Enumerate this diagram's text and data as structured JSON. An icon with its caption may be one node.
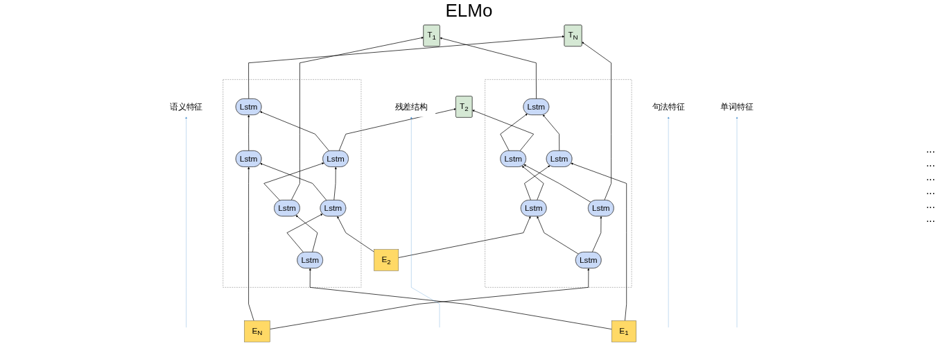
{
  "diagram": {
    "title": "ELMo",
    "nodes": [
      {
        "text": [
          "T$_{1}$"
        ]
      },
      {
        "text": [
          "T$_{2}$"
        ]
      },
      {
        "text": [
          "T$_{N}$"
        ]
      },
      {
        "text": [],
        "shape": "box"
      },
      {
        "text": [
          "Lstm"
        ],
        "in": 3
      },
      {
        "text": [
          "Lstm"
        ],
        "in": 3
      },
      {
        "text": [
          "Lstm"
        ],
        "in": 3
      },
      {
        "text": [
          "Lstm"
        ],
        "in": 3
      },
      {
        "text": [
          "Lstm"
        ],
        "in": 3
      },
      {
        "text": [
          "Lstm"
        ],
        "in": 3
      },
      {
        "text": [],
        "shape": "box"
      },
      {
        "text": [
          "Lstm"
        ],
        "in": 10
      },
      {
        "text": [
          "Lstm"
        ],
        "in": 10
      },
      {
        "text": [
          "Lstm"
        ],
        "in": 10
      },
      {
        "text": [
          "Lstm"
        ],
        "in": 10
      },
      {
        "text": [
          "Lstm"
        ],
        "in": 10
      },
      {
        "text": [
          "Lstm"
        ],
        "in": 10
      },
      {
        "text": [
          "语义特征"
        ]
      },
      {
        "text": [
          "残差结构"
        ]
      },
      {
        "text": [
          "句法特征"
        ]
      },
      {
        "text": [
          "E$_{1}$"
        ]
      },
      {
        "text": [
          "E$_{2}$"
        ]
      },
      {
        "text": [
          "E$_{N}$"
        ]
      },
      {
        "text": [
          "单词特征"
        ]
      }
    ],
    "edges": [
      {
        "from": 20,
        "to": 7,
        "arrow": "to"
      },
      {
        "from": 20,
        "to": 14,
        "arrow": "to"
      },
      {
        "from": 21,
        "to": 8,
        "arrow": "to"
      },
      {
        "from": 21,
        "to": 15,
        "arrow": "to"
      },
      {
        "from": 22,
        "to": 9,
        "arrow": "to"
      },
      {
        "from": 22,
        "to": 16,
        "arrow": "to"
      },
      {
        "from": 7,
        "to": 8,
        "arrow": "to"
      },
      {
        "from": 8,
        "to": 9,
        "arrow": "to"
      },
      {
        "from": 16,
        "to": 15,
        "arrow": "to"
      },
      {
        "from": 15,
        "to": 14,
        "arrow": "to"
      },
      {
        "from": 7,
        "to": 4,
        "arrow": "to"
      },
      {
        "from": 8,
        "to": 5,
        "arrow": "to"
      },
      {
        "from": 9,
        "to": 6,
        "arrow": "to"
      },
      {
        "from": 14,
        "to": 11,
        "arrow": "to"
      },
      {
        "from": 15,
        "to": 12,
        "arrow": "to"
      },
      {
        "from": 16,
        "to": 13,
        "arrow": "to"
      },
      {
        "from": 4,
        "to": 5,
        "arrow": "to"
      },
      {
        "from": 5,
        "to": 6,
        "arrow": "to"
      },
      {
        "from": 13,
        "to": 12,
        "arrow": "to"
      },
      {
        "from": 12,
        "to": 11,
        "arrow": "to"
      },
      {
        "from": 4,
        "to": 0,
        "arrow": "to"
      },
      {
        "from": 5,
        "to": 1,
        "arrow": "to"
      },
      {
        "from": 6,
        "to": 2,
        "arrow": "to"
      },
      {
        "from": 11,
        "to": 0,
        "arrow": "to"
      },
      {
        "from": 12,
        "to": 1,
        "arrow": "to"
      },
      {
        "from": 13,
        "to": 2,
        "arrow": "to"
      },
      {
        "from": null,
        "to": 17,
        "arrow": "to",
        "color": "#5b9bd5"
      },
      {
        "from": null,
        "to": 18,
        "arrow": "to",
        "color": "#5b9bd5"
      },
      {
        "from": null,
        "to": 19,
        "arrow": "to",
        "color": "#5b9bd5"
      },
      {
        "from": null,
        "to": 23,
        "arrow": "to",
        "color": "#5b9bd5"
      }
    ],
    "labels": [
      "...",
      "...",
      "...",
      "...",
      "...",
      "..."
    ]
  }
}
